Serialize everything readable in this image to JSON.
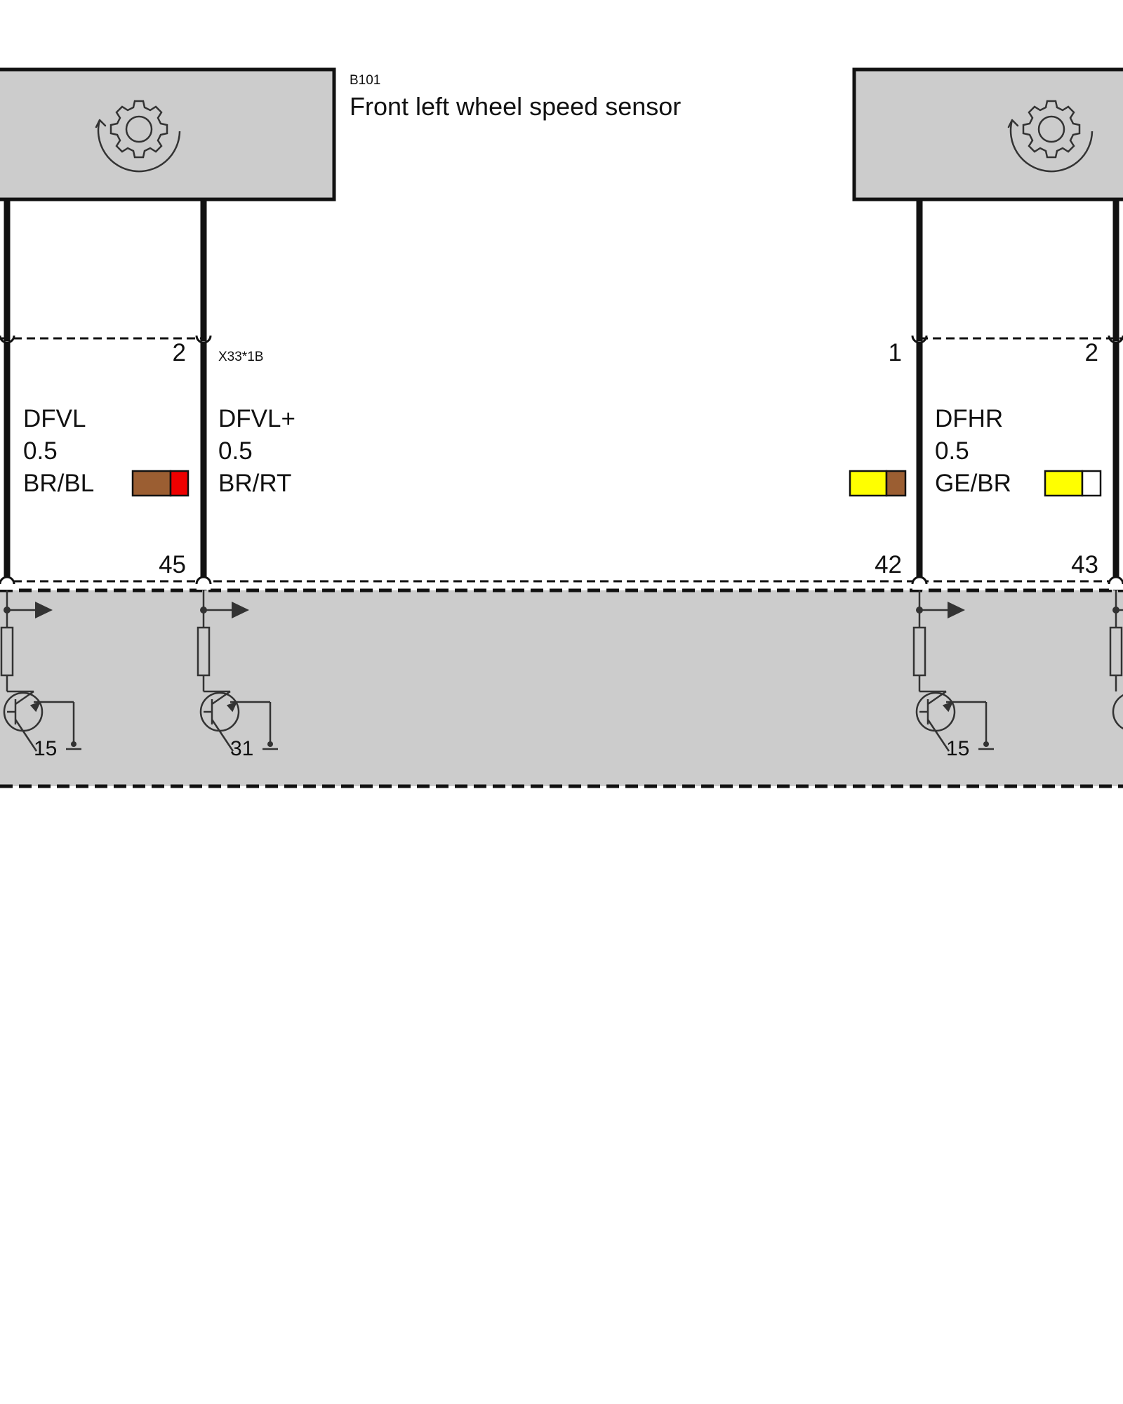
{
  "components": {
    "left_sensor": {
      "id": "B101",
      "title": "Front left wheel speed sensor",
      "icon": "wheel-speed-sensor-icon"
    },
    "right_sensor": {
      "icon": "wheel-speed-sensor-icon"
    },
    "control_unit": {
      "terminals": {
        "left_1": "15",
        "left_2": "31",
        "right_1": "15"
      }
    }
  },
  "connectors": {
    "upper_left": {
      "id": "X33*1B",
      "pin_left": "2"
    },
    "upper_right": {
      "pin_left": "1",
      "pin_right": "2"
    },
    "lower": {
      "pin_1": "45",
      "pin_2": "42",
      "pin_3": "43"
    }
  },
  "wires": [
    {
      "signal": "DFVL",
      "gauge": "0.5",
      "color_code": "BR/BL",
      "colors": [
        "#9b5e32",
        "#ee0000"
      ]
    },
    {
      "signal": "DFVL+",
      "gauge": "0.5",
      "color_code": "BR/RT"
    },
    {
      "colors": [
        "#ffff00",
        "#9b5e32"
      ]
    },
    {
      "signal": "DFHR",
      "gauge": "0.5",
      "color_code": "GE/BR",
      "colors": [
        "#ffff00",
        "#ffffff"
      ]
    }
  ],
  "colors": {
    "component_fill": "#cccccc",
    "line": "#111111",
    "symbol": "#333333"
  }
}
